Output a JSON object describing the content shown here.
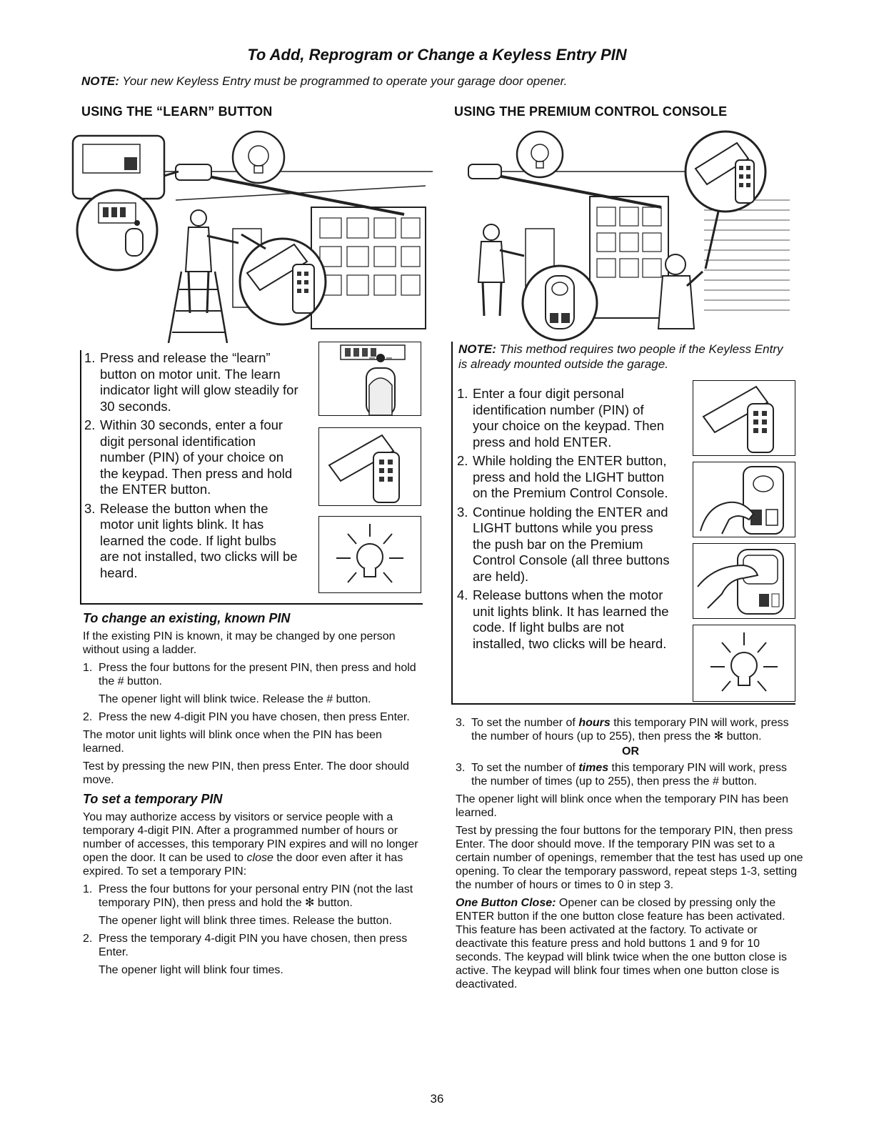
{
  "title": "To Add, Reprogram or Change a Keyless Entry PIN",
  "note_top": {
    "label": "NOTE:",
    "text": " Your new Keyless Entry must be programmed to operate your garage door opener."
  },
  "learn": {
    "heading": "USING THE “LEARN” BUTTON",
    "steps": [
      {
        "num": "1.",
        "text": "Press and release the “learn” button on motor unit. The learn indicator light will glow steadily for 30 seconds."
      },
      {
        "num": "2.",
        "text": "Within 30 seconds, enter a four digit personal identification number (PIN) of your choice on the keypad. Then press and hold the ENTER button."
      },
      {
        "num": "3.",
        "text": "Release the button when the motor unit lights blink. It has learned the code. If light bulbs are not installed, two clicks will be heard."
      }
    ]
  },
  "premium": {
    "heading": "USING THE PREMIUM CONTROL CONSOLE",
    "note_label": "NOTE:",
    "note_text": " This method requires two people if the Keyless Entry is already mounted outside the garage.",
    "steps": [
      {
        "num": "1.",
        "text": "Enter a four digit personal identification number (PIN) of your choice on the keypad. Then press and hold ENTER."
      },
      {
        "num": "2.",
        "text": "While holding the ENTER button, press and hold the LIGHT button on the Premium Control Console."
      },
      {
        "num": "3.",
        "text": "Continue holding the ENTER and LIGHT buttons while you press the push bar on the Premium Control Console (all three buttons are held)."
      },
      {
        "num": "4.",
        "text": "Release buttons when the motor unit lights blink. It has learned the code. If light bulbs are not installed, two clicks will be heard."
      }
    ]
  },
  "change_pin": {
    "heading": "To change an existing, known PIN",
    "intro": "If the existing PIN is known, it may be changed by one person without using a ladder.",
    "step1_num": "1.",
    "step1": "Press the four buttons for the present PIN, then press and hold the # button.",
    "step1_after": "The opener light will blink twice. Release the # button.",
    "step2_num": "2.",
    "step2": "Press the new 4-digit PIN you have chosen, then press Enter.",
    "after1": "The motor unit lights will blink once when the PIN has been learned.",
    "after2": "Test by pressing the new PIN, then press Enter. The door should move."
  },
  "temp_pin": {
    "heading": "To set a temporary PIN",
    "intro_a": "You may authorize access by visitors or service people with a temporary 4-digit PIN. After a programmed number of hours or number of accesses, this temporary PIN expires and will no longer open the door. It can be used to ",
    "intro_close": "close",
    "intro_b": " the door even after it has expired. To set a temporary PIN:",
    "step1_num": "1.",
    "step1": "Press the four buttons for your personal entry PIN (not the last temporary PIN), then press and hold the ✻ button.",
    "step1_after": "The opener light will blink three times. Release the button.",
    "step2_num": "2.",
    "step2": "Press the temporary 4-digit PIN you have chosen, then press Enter.",
    "step2_after": "The opener light will blink four times."
  },
  "right_bottom": {
    "s3a_num": "3.",
    "s3a_pre": "To set the number of ",
    "s3a_bold": "hours",
    "s3a_post": " this temporary PIN will work, press the number of hours (up to 255), then press the ✻ button.",
    "or": "OR",
    "s3b_num": "3.",
    "s3b_pre": "To set the number of ",
    "s3b_bold": "times",
    "s3b_post": " this temporary PIN will work, press the number of times (up to 255), then press the # button.",
    "p1": "The opener light will blink once when the temporary PIN has been learned.",
    "p2": "Test by pressing the four buttons for the temporary PIN, then press Enter. The door should move. If the temporary PIN was set to a certain number of openings, remember that the test has used up one opening. To clear the temporary password, repeat steps 1-3, setting the number of hours or times to 0 in step 3.",
    "obc_label": "One Button Close:",
    "obc_text": " Opener can be closed by pressing only the ENTER button if the one button close feature has been activated. This feature has been activated at the factory. To activate or deactivate this feature press and hold buttons 1 and 9 for 10 seconds. The keypad will blink twice when the one button close is active. The keypad will blink four times when one button close is deactivated."
  },
  "page_number": "36"
}
